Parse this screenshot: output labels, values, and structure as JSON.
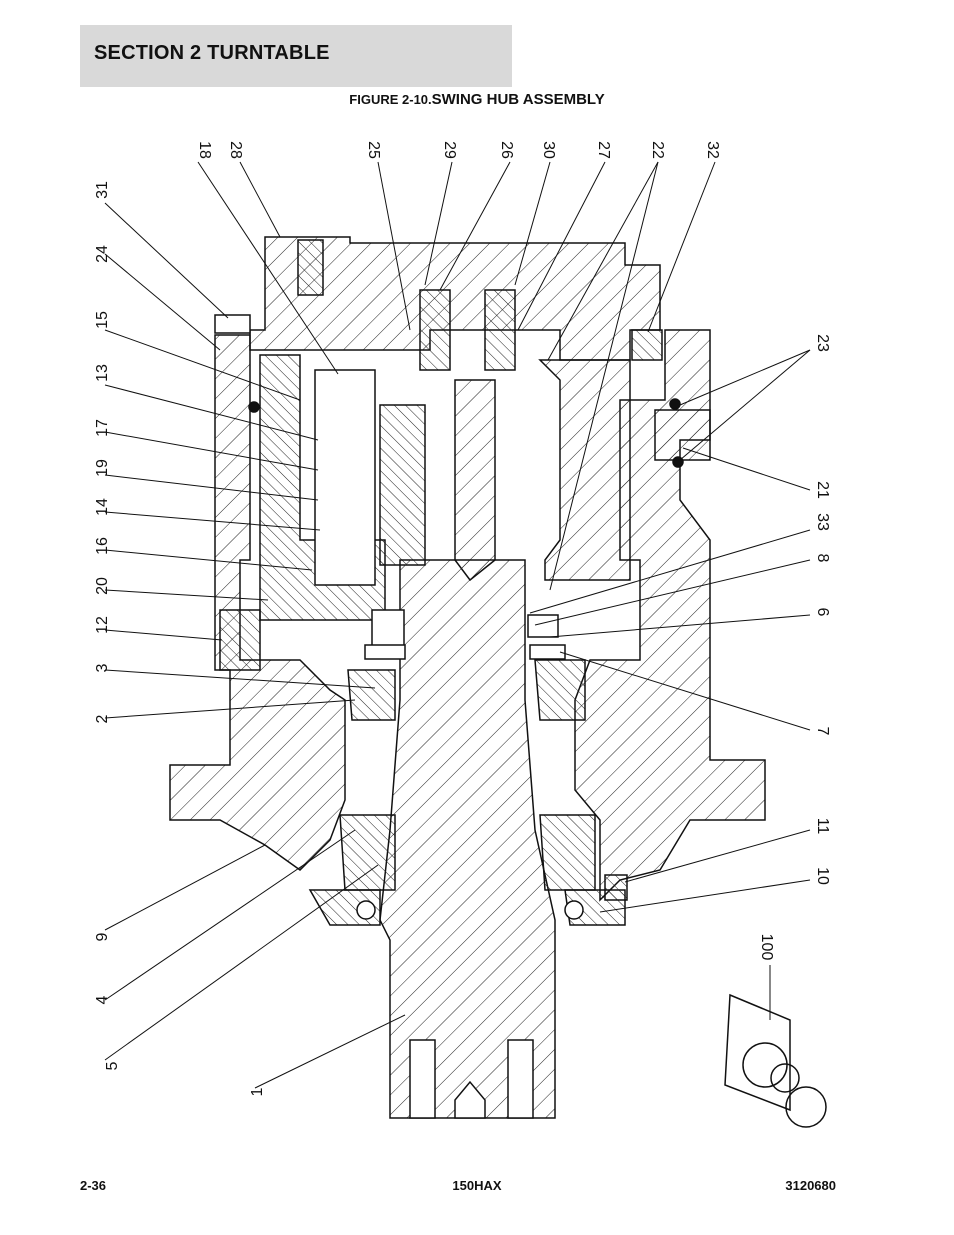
{
  "header": {
    "section_title": "SECTION 2   TURNTABLE"
  },
  "figure": {
    "prefix": "FIGURE 2-10.",
    "title": "SWING HUB ASSEMBLY",
    "callouts": [
      "31",
      "24",
      "15",
      "13",
      "17",
      "19",
      "14",
      "16",
      "20",
      "12",
      "3",
      "2",
      "9",
      "4",
      "5",
      "1",
      "18",
      "28",
      "25",
      "29",
      "26",
      "30",
      "27",
      "22",
      "32",
      "23",
      "21",
      "33",
      "8",
      "6",
      "7",
      "11",
      "10",
      "100"
    ]
  },
  "footer": {
    "page_number": "2-36",
    "model": "150HAX",
    "doc_number": "3120680"
  }
}
